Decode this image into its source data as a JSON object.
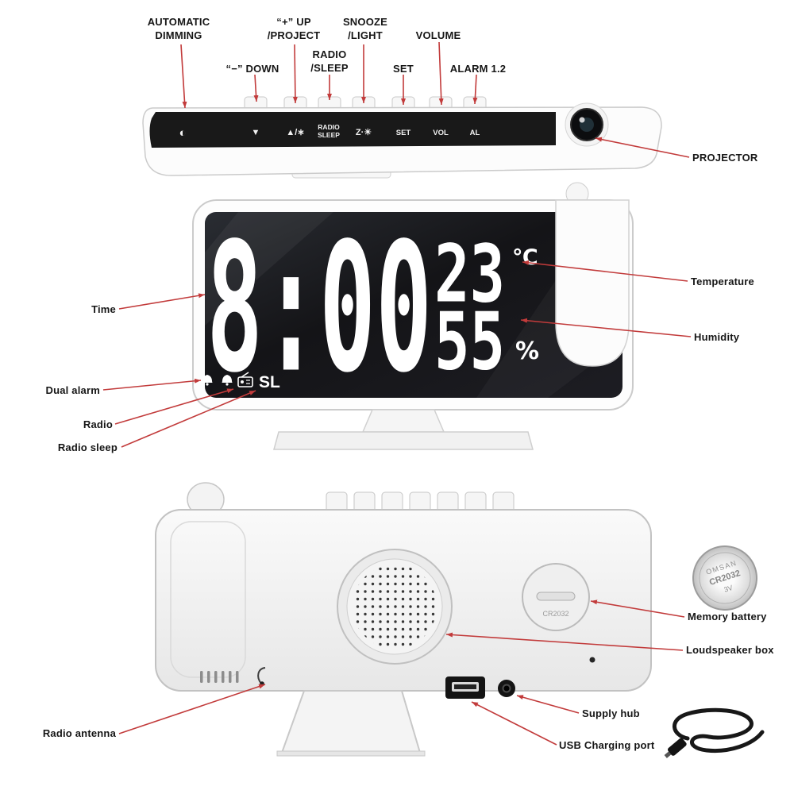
{
  "colors": {
    "accent_red": "#c23b3b",
    "display_bg": "#17171a",
    "led": "#ffffff"
  },
  "top_view": {
    "printed": {
      "dimming_icon": "◐",
      "down_icon": "▼",
      "up_project_icon": "▲/∗",
      "radio_line1": "RADIO",
      "radio_line2": "SLEEP",
      "snooze_light_icon": "Z·☀",
      "set": "SET",
      "volume": "VOL",
      "alarm": "AL"
    },
    "callouts": {
      "automatic_dimming": "AUTOMATIC\nDIMMING",
      "up_project": "“+” UP\n/PROJECT",
      "snooze_light": "SNOOZE\n/LIGHT",
      "volume": "VOLUME",
      "minus_down": "“−” DOWN",
      "radio_sleep": "RADIO\n/SLEEP",
      "set": "SET",
      "alarm_12": "ALARM 1.2",
      "projector": "PROJECTOR"
    }
  },
  "front_view": {
    "display": {
      "time": "8:00",
      "temperature": "23",
      "temperature_unit": "℃",
      "humidity": "55",
      "humidity_unit": "%",
      "radio_sleep_indicator": "SL"
    },
    "callouts": {
      "time": "Time",
      "temperature": "Temperature",
      "humidity": "Humidity",
      "dual_alarm": "Dual alarm",
      "radio": "Radio",
      "radio_sleep": "Radio sleep"
    }
  },
  "back_view": {
    "battery_cover_label": "CR2032",
    "coin_battery": {
      "brand": "OMSAN",
      "model": "CR2032",
      "voltage": "3V"
    },
    "callouts": {
      "memory_battery": "Memory battery",
      "loudspeaker_box": "Loudspeaker box",
      "supply_hub": "Supply hub",
      "usb_charging_port": "USB Charging port",
      "radio_antenna": "Radio antenna"
    }
  }
}
